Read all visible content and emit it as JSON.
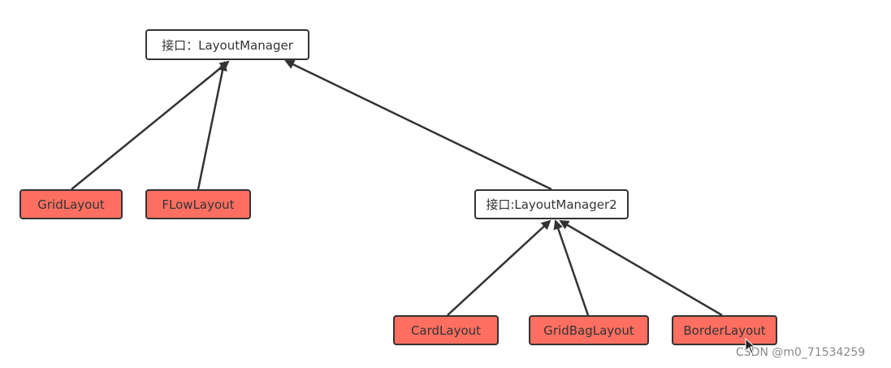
{
  "nodes": {
    "layout_manager": {
      "label": "接口：LayoutManager"
    },
    "layout_manager2": {
      "label": "接口:LayoutManager2"
    },
    "grid_layout": {
      "label": "GridLayout"
    },
    "flow_layout": {
      "label": "FLowLayout"
    },
    "card_layout": {
      "label": "CardLayout"
    },
    "gridbag_layout": {
      "label": "GridBagLayout"
    },
    "border_layout": {
      "label": "BorderLayout"
    }
  },
  "edges": [
    {
      "from": "grid_layout",
      "to": "layout_manager"
    },
    {
      "from": "flow_layout",
      "to": "layout_manager"
    },
    {
      "from": "layout_manager2",
      "to": "layout_manager"
    },
    {
      "from": "card_layout",
      "to": "layout_manager2"
    },
    {
      "from": "gridbag_layout",
      "to": "layout_manager2"
    },
    {
      "from": "border_layout",
      "to": "layout_manager2"
    }
  ],
  "colors": {
    "interface_fill": "#ffffff",
    "impl_fill": "#ff6f61",
    "stroke": "#333333"
  },
  "watermark": {
    "text": "CSDN @m0_71534259"
  }
}
